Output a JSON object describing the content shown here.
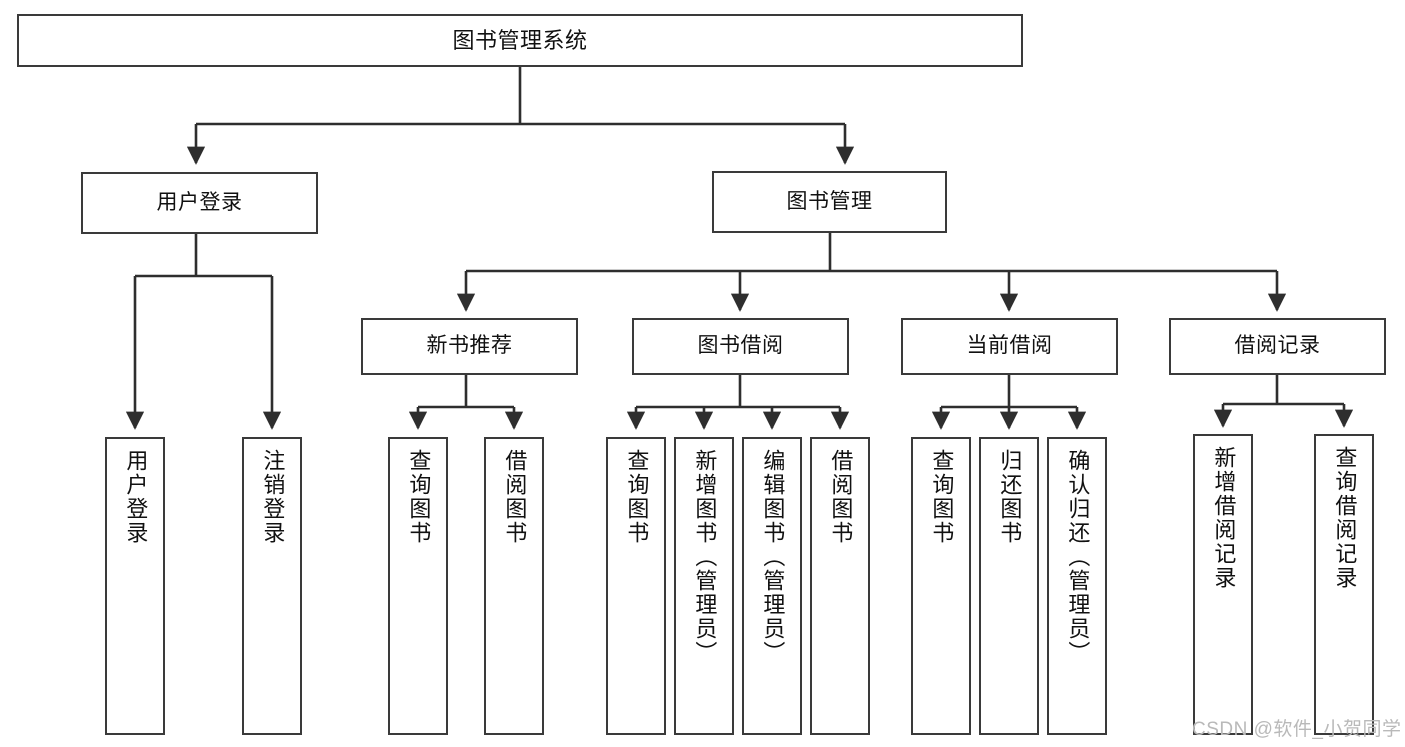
{
  "diagram": {
    "title": "图书管理系统",
    "type": "tree-hierarchy-chart",
    "colors": {
      "box_border": "#3a3a3a",
      "box_fill": "#ffffff",
      "line": "#2e2e2e",
      "text": "#111111",
      "watermark": "#b9b9b9",
      "background": "#ffffff"
    },
    "nodes": {
      "root": {
        "label": "图书管理系统"
      },
      "level2": [
        {
          "id": "user-login",
          "label": "用户登录"
        },
        {
          "id": "book-management",
          "label": "图书管理"
        }
      ],
      "level3": [
        {
          "id": "new-book-recommend",
          "label": "新书推荐"
        },
        {
          "id": "book-borrow",
          "label": "图书借阅"
        },
        {
          "id": "current-borrow",
          "label": "当前借阅"
        },
        {
          "id": "borrow-record",
          "label": "借阅记录"
        }
      ],
      "leaves": {
        "user_login": [
          {
            "id": "leaf-user-login",
            "label": "用户登录"
          },
          {
            "id": "leaf-logout",
            "label": "注销登录"
          }
        ],
        "new_book_recommend": [
          {
            "id": "leaf-query-book-1",
            "label": "查询图书"
          },
          {
            "id": "leaf-borrow-book-1",
            "label": "借阅图书"
          }
        ],
        "book_borrow": [
          {
            "id": "leaf-query-book-2",
            "label": "查询图书"
          },
          {
            "id": "leaf-add-book",
            "label": "新增图书（管理员）"
          },
          {
            "id": "leaf-edit-book",
            "label": "编辑图书（管理员）"
          },
          {
            "id": "leaf-borrow-book-2",
            "label": "借阅图书"
          }
        ],
        "current_borrow": [
          {
            "id": "leaf-query-book-3",
            "label": "查询图书"
          },
          {
            "id": "leaf-return-book",
            "label": "归还图书"
          },
          {
            "id": "leaf-confirm-return",
            "label": "确认归还（管理员）"
          }
        ],
        "borrow_record": [
          {
            "id": "leaf-add-record",
            "label": "新增借阅记录"
          },
          {
            "id": "leaf-query-record",
            "label": "查询借阅记录"
          }
        ]
      }
    },
    "watermark": "CSDN @软件_小贺同学"
  }
}
